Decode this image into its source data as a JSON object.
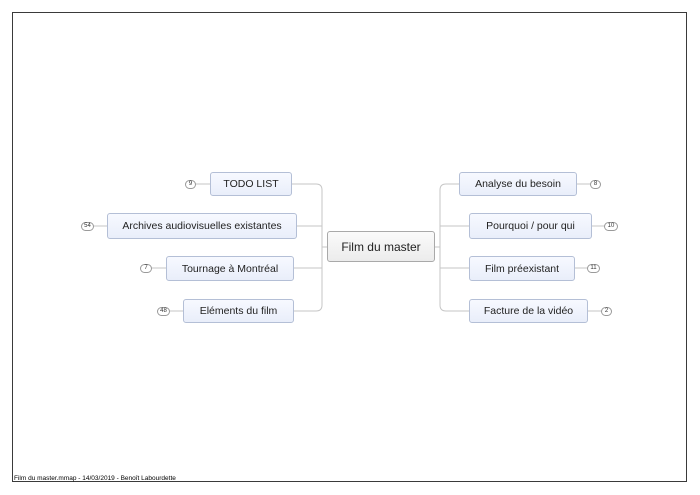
{
  "central": {
    "label": "Film du master"
  },
  "left_branches": [
    {
      "label": "TODO LIST",
      "count": "9"
    },
    {
      "label": "Archives audiovisuelles existantes",
      "count": "54"
    },
    {
      "label": "Tournage à Montréal",
      "count": "7"
    },
    {
      "label": "Eléments du film",
      "count": "48"
    }
  ],
  "right_branches": [
    {
      "label": "Analyse du besoin",
      "count": "8"
    },
    {
      "label": "Pourquoi / pour qui",
      "count": "10"
    },
    {
      "label": "Film préexistant",
      "count": "11"
    },
    {
      "label": "Facture de la vidéo",
      "count": "2"
    }
  ],
  "footer": {
    "text": "Film du master.mmap - 14/03/2019 - Benoît Labourdette"
  },
  "colors": {
    "node_border": "#b4bfd6",
    "connector": "#c6c6c6",
    "frame": "#3a3a3a"
  }
}
